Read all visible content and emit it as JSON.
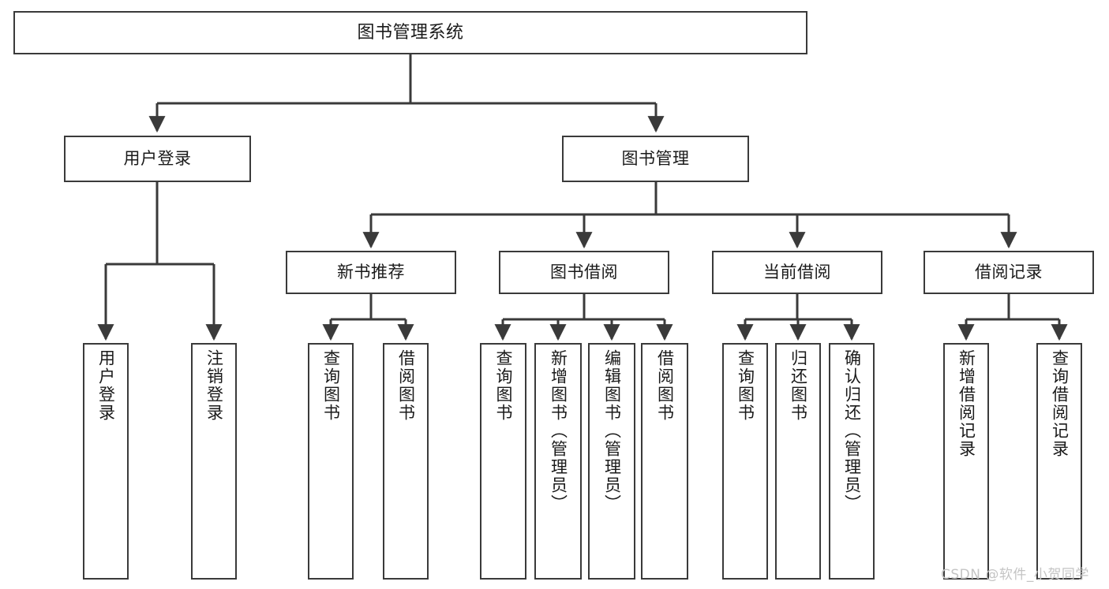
{
  "diagram": {
    "type": "tree",
    "title": "图书管理系统",
    "root": {
      "id": "root",
      "label": "图书管理系统"
    },
    "level1": [
      {
        "id": "user-login",
        "label": "用户登录"
      },
      {
        "id": "book-manage",
        "label": "图书管理"
      }
    ],
    "level2": [
      {
        "id": "new-book-recommend",
        "label": "新书推荐",
        "parent": "book-manage"
      },
      {
        "id": "book-borrow",
        "label": "图书借阅",
        "parent": "book-manage"
      },
      {
        "id": "current-borrow",
        "label": "当前借阅",
        "parent": "book-manage"
      },
      {
        "id": "borrow-record",
        "label": "借阅记录",
        "parent": "book-manage"
      }
    ],
    "leaves": [
      {
        "id": "leaf-user-login",
        "label": "用户登录",
        "parent": "user-login"
      },
      {
        "id": "leaf-logout-login",
        "label": "注销登录",
        "parent": "user-login"
      },
      {
        "id": "leaf-query-book-1",
        "label": "查询图书",
        "parent": "new-book-recommend"
      },
      {
        "id": "leaf-borrow-book-1",
        "label": "借阅图书",
        "parent": "new-book-recommend"
      },
      {
        "id": "leaf-query-book-2",
        "label": "查询图书",
        "parent": "book-borrow"
      },
      {
        "id": "leaf-add-book",
        "label": "新增图书（管理员）",
        "parent": "book-borrow"
      },
      {
        "id": "leaf-edit-book",
        "label": "编辑图书（管理员）",
        "parent": "book-borrow"
      },
      {
        "id": "leaf-borrow-book-2",
        "label": "借阅图书",
        "parent": "book-borrow"
      },
      {
        "id": "leaf-query-book-3",
        "label": "查询图书",
        "parent": "current-borrow"
      },
      {
        "id": "leaf-return-book",
        "label": "归还图书",
        "parent": "current-borrow"
      },
      {
        "id": "leaf-confirm-return",
        "label": "确认归还（管理员）",
        "parent": "current-borrow"
      },
      {
        "id": "leaf-add-record",
        "label": "新增借阅记录",
        "parent": "borrow-record"
      },
      {
        "id": "leaf-query-record",
        "label": "查询借阅记录",
        "parent": "borrow-record"
      }
    ],
    "colors": {
      "box_border": "#3a3a3a",
      "box_fill": "#ffffff",
      "connector": "#3a3a3a",
      "text": "#1a1a1a",
      "watermark": "#c4c4c4",
      "background": "#ffffff"
    }
  },
  "watermark": {
    "text": "CSDN @软件_小贺同学"
  }
}
